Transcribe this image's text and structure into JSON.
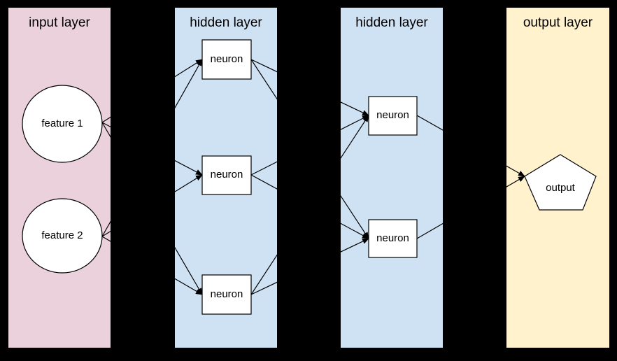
{
  "diagram": {
    "background_color": "#000000",
    "node_fill_color": "#ffffff",
    "edge_color": "#000000"
  },
  "layers": [
    {
      "id": "input",
      "title": "input layer",
      "panel_color": "#ead1dc",
      "nodes": [
        {
          "id": "feature1",
          "label": "feature 1",
          "shape": "circle"
        },
        {
          "id": "feature2",
          "label": "feature 2",
          "shape": "circle"
        }
      ]
    },
    {
      "id": "hidden1",
      "title": "hidden layer",
      "panel_color": "#cfe2f3",
      "nodes": [
        {
          "id": "h1n1",
          "label": "neuron",
          "shape": "rectangle"
        },
        {
          "id": "h1n2",
          "label": "neuron",
          "shape": "rectangle"
        },
        {
          "id": "h1n3",
          "label": "neuron",
          "shape": "rectangle"
        }
      ]
    },
    {
      "id": "hidden2",
      "title": "hidden layer",
      "panel_color": "#cfe2f3",
      "nodes": [
        {
          "id": "h2n1",
          "label": "neuron",
          "shape": "rectangle"
        },
        {
          "id": "h2n2",
          "label": "neuron",
          "shape": "rectangle"
        }
      ]
    },
    {
      "id": "output",
      "title": "output layer",
      "panel_color": "#fff2cc",
      "nodes": [
        {
          "id": "out1",
          "label": "output",
          "shape": "pentagon"
        }
      ]
    }
  ],
  "connections": [
    {
      "from": "feature1",
      "to": "h1n1"
    },
    {
      "from": "feature1",
      "to": "h1n2"
    },
    {
      "from": "feature1",
      "to": "h1n3"
    },
    {
      "from": "feature2",
      "to": "h1n1"
    },
    {
      "from": "feature2",
      "to": "h1n2"
    },
    {
      "from": "feature2",
      "to": "h1n3"
    },
    {
      "from": "h1n1",
      "to": "h2n1"
    },
    {
      "from": "h1n1",
      "to": "h2n2"
    },
    {
      "from": "h1n2",
      "to": "h2n1"
    },
    {
      "from": "h1n2",
      "to": "h2n2"
    },
    {
      "from": "h1n3",
      "to": "h2n1"
    },
    {
      "from": "h1n3",
      "to": "h2n2"
    },
    {
      "from": "h2n1",
      "to": "out1"
    },
    {
      "from": "h2n2",
      "to": "out1"
    }
  ]
}
